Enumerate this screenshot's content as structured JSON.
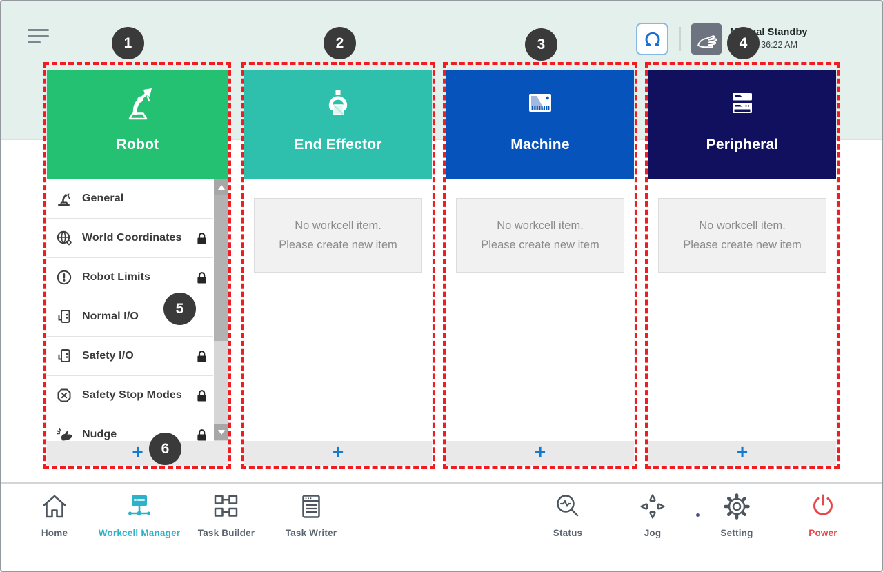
{
  "topbar": {
    "status_title": "Manual Standby",
    "status_time": "2.22 10:36:22 AM",
    "robot_mode_button_icon": "gripper-claw-icon",
    "hand_mode_button_icon": "manual-hand-icon"
  },
  "columns": [
    {
      "title": "Robot",
      "color": "#25c173",
      "icon": "robot-arm-icon",
      "items": [
        {
          "label": "General",
          "icon": "robot-general-icon",
          "locked": false
        },
        {
          "label": "World Coordinates",
          "icon": "world-coordinates-icon",
          "locked": true
        },
        {
          "label": "Robot Limits",
          "icon": "robot-limits-icon",
          "locked": true
        },
        {
          "label": "Normal I/O",
          "icon": "io-icon",
          "locked": false
        },
        {
          "label": "Safety I/O",
          "icon": "io-icon",
          "locked": true
        },
        {
          "label": "Safety Stop Modes",
          "icon": "stop-modes-icon",
          "locked": true
        },
        {
          "label": "Nudge",
          "icon": "nudge-hand-icon",
          "locked": true
        }
      ]
    },
    {
      "title": "End Effector",
      "color": "#2ec0ad",
      "icon": "gripper-box-icon"
    },
    {
      "title": "Machine",
      "color": "#0753bc",
      "icon": "machine-icon"
    },
    {
      "title": "Peripheral",
      "color": "#11105f",
      "icon": "server-stack-icon"
    }
  ],
  "empty_state": {
    "line1": "No workcell item.",
    "line2": "Please create new item"
  },
  "add_label": "+",
  "callouts": [
    "1",
    "2",
    "3",
    "4",
    "5",
    "6"
  ],
  "nav": {
    "home": "Home",
    "workcell_manager": "Workcell Manager",
    "task_builder": "Task Builder",
    "task_writer": "Task Writer",
    "status": "Status",
    "jog": "Jog",
    "setting": "Setting",
    "power": "Power"
  },
  "colors": {
    "top_band": "#e3f0ec",
    "robot_green": "#25c173",
    "end_effector_teal": "#2ec0ad",
    "machine_blue": "#0753bc",
    "peripheral_navy": "#11105f",
    "annotation_red": "#ef1d22",
    "callout_circle": "#3a3a3a",
    "plus_blue": "#1579d0",
    "active_nav_teal": "#2cb3c9",
    "power_red": "#e9484b"
  }
}
